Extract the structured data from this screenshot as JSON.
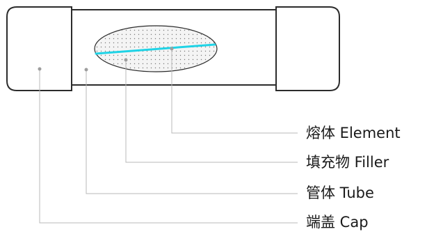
{
  "labels": {
    "element": "熔体 Element",
    "filler": "填充物 Filler",
    "tube": "管体 Tube",
    "cap": "端盖 Cap"
  },
  "colors": {
    "outline": "#2b2b2b",
    "element_wire": "#1fd3e6",
    "leader_line": "#b8b8b8",
    "leader_dot": "#9e9e9e",
    "filler_fill": "#f4f4f4",
    "filler_dots": "#7a7a7a"
  }
}
